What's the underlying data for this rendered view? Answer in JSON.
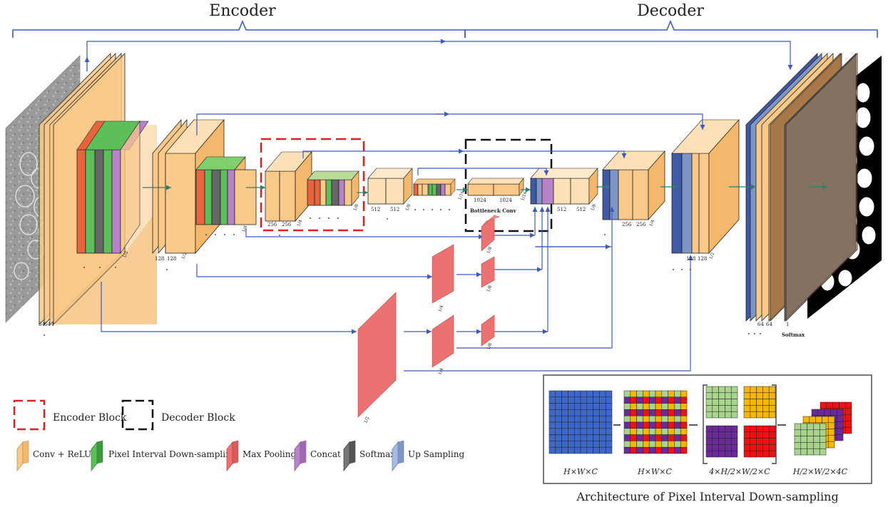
{
  "header": {
    "encoder": "Encoder",
    "decoder": "Decoder"
  },
  "colors": {
    "conv": "#f9c98a",
    "pixel_interval": "#5cbf5a",
    "max_pooling": "#ec7272",
    "concat": "#b882c8",
    "softmax": "#777777",
    "up_sampling": "#7e95c8",
    "arrow": "#3b5cc4",
    "encoder_block_border": "#e02020",
    "decoder_block_border": "#111111"
  },
  "encoder_labels": {
    "s1a": "64",
    "s1b": "64",
    "s1c": "1",
    "s1_frac": "1/2",
    "s2a": "128",
    "s2b": "128",
    "s2_frac": "1/2",
    "s3_frac": "1/4",
    "s4a": "256",
    "s4b": "256",
    "s4_frac": "1/4",
    "s5_frac": "1/8",
    "s6a": "512",
    "s6b": "512",
    "s6_frac": "1/8",
    "s7_frac": "1/16"
  },
  "bottleneck": {
    "a": "1024",
    "b": "1024",
    "frac": "1/16",
    "label": "Bottleneck Conv"
  },
  "decoder_labels": {
    "d1a": "512",
    "d1b": "512",
    "d1_frac": "1/8",
    "d2a": "256",
    "d2b": "256",
    "d2_frac": "1/4",
    "d3a": "128",
    "d3b": "128",
    "d3_frac": "1/2",
    "d4a": "64",
    "d4b": "64",
    "d4c": "1",
    "softmax": "Softmax"
  },
  "pool_labels": {
    "p1": "1/8",
    "p2": "1/4",
    "p3": "1/8",
    "p4": "1/2",
    "p5": "1/4",
    "p6": "1/8"
  },
  "legend": {
    "encoder_block": "Encoder Block",
    "decoder_block": "Decoder Block",
    "conv": "Conv + ReLU",
    "pixel": "Pixel Interval Down-sampling",
    "maxpool": "Max Pooling",
    "concat": "Concat",
    "softmax": "Softmax",
    "upsampling": "Up Sampling"
  },
  "pid_panel": {
    "f1": "H×W×C",
    "f2": "H×W×C",
    "f3": "4×H/2×W/2×C",
    "f4": "H/2×W/2×4C",
    "caption": "Architecture of Pixel Interval Down-sampling"
  }
}
